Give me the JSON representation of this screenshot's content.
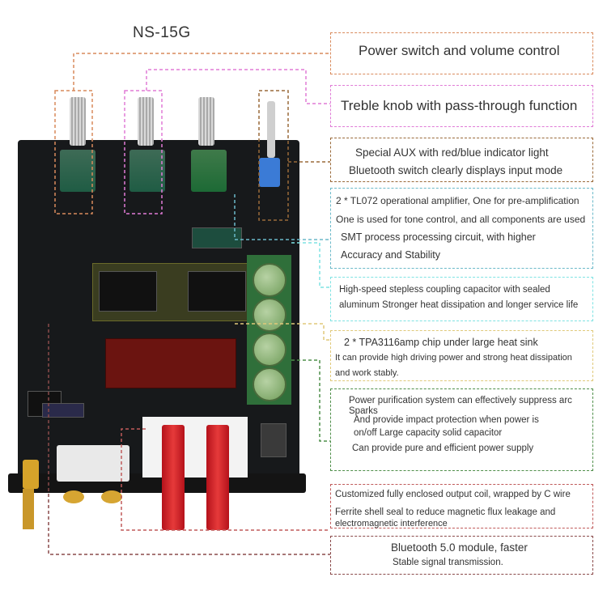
{
  "title": "NS-15G",
  "callouts": [
    {
      "id": "power",
      "color": "#d98a5c",
      "lines": [
        "Power switch and volume control"
      ]
    },
    {
      "id": "treble",
      "color": "#e07bd6",
      "lines": [
        "Treble knob with pass-through function"
      ]
    },
    {
      "id": "aux",
      "color": "#9a6a3a",
      "lines": [
        "Special AUX with red/blue indicator light",
        "Bluetooth switch clearly displays input mode"
      ]
    },
    {
      "id": "opamp",
      "color": "#6bb9c9",
      "lines": [
        "2 * TL072 operational amplifier,   One for pre-amplification",
        "One is used for tone control, and all components are used",
        "SMT process processing circuit, with higher",
        "Accuracy and Stability"
      ]
    },
    {
      "id": "capacitor",
      "color": "#7fe3e3",
      "lines": [
        "High-speed stepless coupling capacitor with sealed",
        "aluminum  Stronger heat dissipation and longer service life"
      ]
    },
    {
      "id": "amp",
      "color": "#e0c97a",
      "lines": [
        "2 * TPA3116amp chip under large heat sink",
        "It can provide high driving power and strong heat dissipation",
        "and work stably."
      ]
    },
    {
      "id": "power-supply",
      "color": "#4f8f4a",
      "lines": [
        "Power purification system can effectively suppress arc",
        "Sparks",
        "And provide impact protection when power is",
        "on/off    Large capacity solid capacitor",
        "Can provide pure and efficient power supply"
      ]
    },
    {
      "id": "coil",
      "color": "#c05a5a",
      "lines": [
        "Customized fully enclosed output coil, wrapped by C wire",
        "Ferrite shell seal to reduce magnetic flux leakage and",
        "electromagnetic interference"
      ]
    },
    {
      "id": "bluetooth",
      "color": "#8a4a4a",
      "lines": [
        "Bluetooth 5.0 module, faster",
        "Stable signal transmission."
      ]
    }
  ]
}
